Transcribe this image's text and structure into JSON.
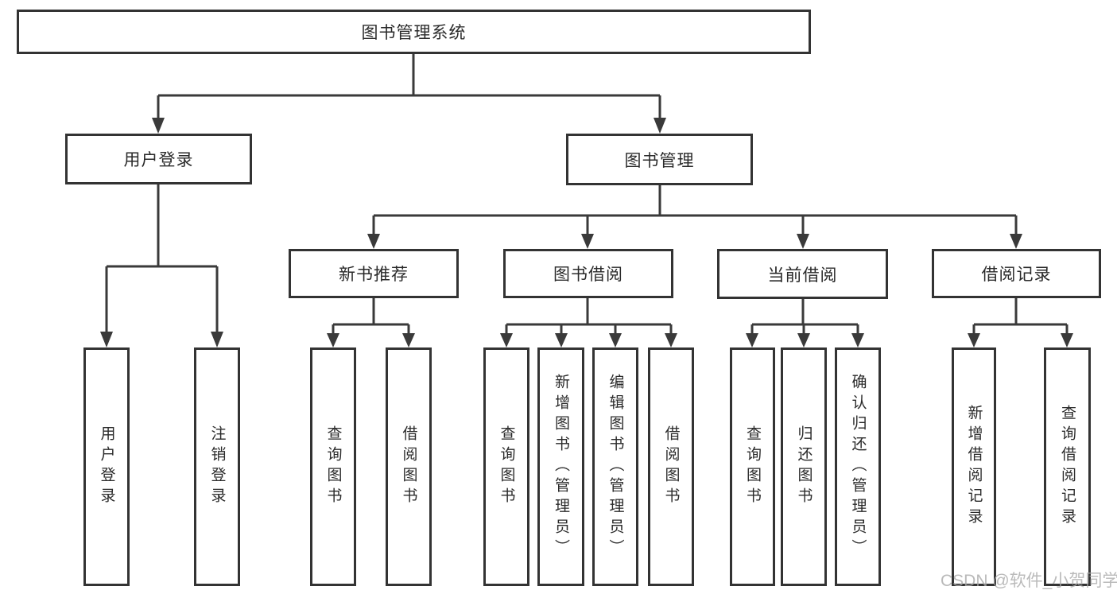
{
  "tree": {
    "root": {
      "label": "图书管理系统",
      "children": [
        {
          "label": "用户登录",
          "children": [
            {
              "label": "用户登录"
            },
            {
              "label": "注销登录"
            }
          ]
        },
        {
          "label": "图书管理",
          "children": [
            {
              "label": "新书推荐",
              "children": [
                {
                  "label": "查询图书"
                },
                {
                  "label": "借阅图书"
                }
              ]
            },
            {
              "label": "图书借阅",
              "children": [
                {
                  "label": "查询图书"
                },
                {
                  "label": "新增图书（管理员）"
                },
                {
                  "label": "编辑图书（管理员）"
                },
                {
                  "label": "借阅图书"
                }
              ]
            },
            {
              "label": "当前借阅",
              "children": [
                {
                  "label": "查询图书"
                },
                {
                  "label": "归还图书"
                },
                {
                  "label": "确认归还（管理员）"
                }
              ]
            },
            {
              "label": "借阅记录",
              "children": [
                {
                  "label": "新增借阅记录"
                },
                {
                  "label": "查询借阅记录"
                }
              ]
            }
          ]
        }
      ]
    }
  },
  "watermark": {
    "text": "CSDN @软件_小贺同学"
  },
  "colors": {
    "line": "#3a3a3a",
    "box_border": "#333333",
    "text": "#2a2a2a",
    "watermark": "#a9a9a9",
    "background": "#ffffff"
  }
}
